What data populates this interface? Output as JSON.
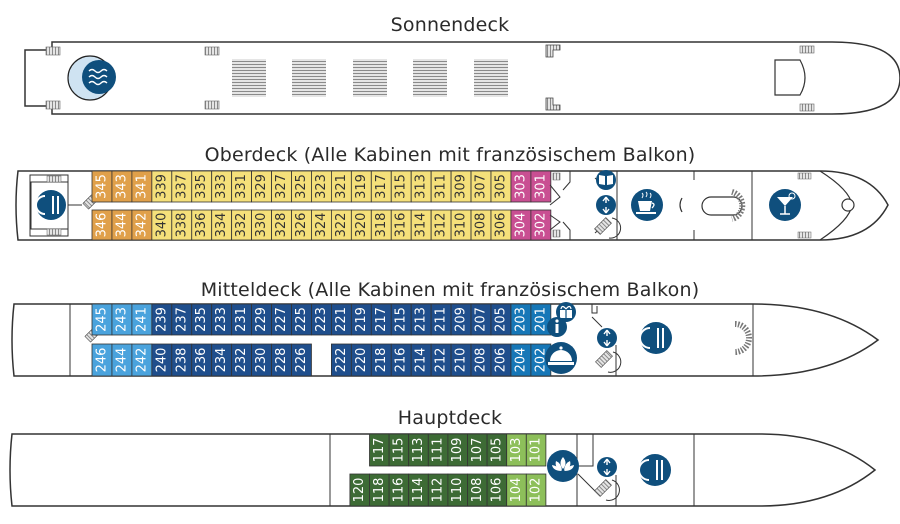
{
  "colors": {
    "outline": "#333333",
    "icon_blue": "#0f4f7d",
    "icon_light": "#cfe3f2",
    "stairs": "#9a9a9a",
    "sun_loungers": "#bcbcbc"
  },
  "decks": [
    {
      "id": "sonnendeck",
      "title": "Sonnendeck",
      "icons": [
        "pool-icon"
      ]
    },
    {
      "id": "oberdeck",
      "title": "Oberdeck (Alle Kabinen mit französischem Balkon)",
      "icons": [
        "restaurant-icon",
        "library-icon",
        "elevator-icon",
        "cafe-icon",
        "bar-icon"
      ],
      "categories": [
        {
          "name": "orange",
          "color": "#e0a04a",
          "text": "#ffffff"
        },
        {
          "name": "yellow",
          "color": "#f5e07a",
          "text": "#333333"
        },
        {
          "name": "pink",
          "color": "#c94f92",
          "text": "#ffffff"
        }
      ],
      "top_row": [
        {
          "n": "345",
          "cat": "orange"
        },
        {
          "n": "343",
          "cat": "orange"
        },
        {
          "n": "341",
          "cat": "orange"
        },
        {
          "n": "339",
          "cat": "yellow"
        },
        {
          "n": "337",
          "cat": "yellow"
        },
        {
          "n": "335",
          "cat": "yellow"
        },
        {
          "n": "333",
          "cat": "yellow"
        },
        {
          "n": "331",
          "cat": "yellow"
        },
        {
          "n": "329",
          "cat": "yellow"
        },
        {
          "n": "327",
          "cat": "yellow"
        },
        {
          "n": "325",
          "cat": "yellow"
        },
        {
          "n": "323",
          "cat": "yellow"
        },
        {
          "n": "321",
          "cat": "yellow"
        },
        {
          "n": "319",
          "cat": "yellow"
        },
        {
          "n": "317",
          "cat": "yellow"
        },
        {
          "n": "315",
          "cat": "yellow"
        },
        {
          "n": "313",
          "cat": "yellow"
        },
        {
          "n": "311",
          "cat": "yellow"
        },
        {
          "n": "309",
          "cat": "yellow"
        },
        {
          "n": "307",
          "cat": "yellow"
        },
        {
          "n": "305",
          "cat": "yellow"
        },
        {
          "n": "303",
          "cat": "pink"
        },
        {
          "n": "301",
          "cat": "pink"
        }
      ],
      "bottom_row": [
        {
          "n": "346",
          "cat": "orange"
        },
        {
          "n": "344",
          "cat": "orange"
        },
        {
          "n": "342",
          "cat": "orange"
        },
        {
          "n": "340",
          "cat": "yellow"
        },
        {
          "n": "338",
          "cat": "yellow"
        },
        {
          "n": "336",
          "cat": "yellow"
        },
        {
          "n": "334",
          "cat": "yellow"
        },
        {
          "n": "332",
          "cat": "yellow"
        },
        {
          "n": "330",
          "cat": "yellow"
        },
        {
          "n": "328",
          "cat": "yellow"
        },
        {
          "n": "326",
          "cat": "yellow"
        },
        {
          "n": "324",
          "cat": "yellow"
        },
        {
          "n": "322",
          "cat": "yellow"
        },
        {
          "n": "320",
          "cat": "yellow"
        },
        {
          "n": "318",
          "cat": "yellow"
        },
        {
          "n": "316",
          "cat": "yellow"
        },
        {
          "n": "314",
          "cat": "yellow"
        },
        {
          "n": "312",
          "cat": "yellow"
        },
        {
          "n": "310",
          "cat": "yellow"
        },
        {
          "n": "308",
          "cat": "yellow"
        },
        {
          "n": "306",
          "cat": "yellow"
        },
        {
          "n": "304",
          "cat": "pink"
        },
        {
          "n": "302",
          "cat": "pink"
        }
      ]
    },
    {
      "id": "mitteldeck",
      "title": "Mitteldeck (Alle Kabinen mit französischem Balkon)",
      "icons": [
        "gift-shop-icon",
        "info-icon",
        "reception-bell-icon",
        "elevator-icon",
        "restaurant-icon"
      ],
      "categories": [
        {
          "name": "light",
          "color": "#4aa3dd",
          "text": "#ffffff"
        },
        {
          "name": "dark",
          "color": "#1f4e8c",
          "text": "#ffffff"
        },
        {
          "name": "mid",
          "color": "#1677b7",
          "text": "#ffffff"
        }
      ],
      "top_row": [
        {
          "n": "245",
          "cat": "light"
        },
        {
          "n": "243",
          "cat": "light"
        },
        {
          "n": "241",
          "cat": "light"
        },
        {
          "n": "239",
          "cat": "dark"
        },
        {
          "n": "237",
          "cat": "dark"
        },
        {
          "n": "235",
          "cat": "dark"
        },
        {
          "n": "233",
          "cat": "dark"
        },
        {
          "n": "231",
          "cat": "dark"
        },
        {
          "n": "229",
          "cat": "dark"
        },
        {
          "n": "227",
          "cat": "dark"
        },
        {
          "n": "225",
          "cat": "dark"
        },
        {
          "n": "223",
          "cat": "dark"
        },
        {
          "n": "221",
          "cat": "dark"
        },
        {
          "n": "219",
          "cat": "dark"
        },
        {
          "n": "217",
          "cat": "dark"
        },
        {
          "n": "215",
          "cat": "dark"
        },
        {
          "n": "213",
          "cat": "dark"
        },
        {
          "n": "211",
          "cat": "dark"
        },
        {
          "n": "209",
          "cat": "dark"
        },
        {
          "n": "207",
          "cat": "dark"
        },
        {
          "n": "205",
          "cat": "dark"
        },
        {
          "n": "203",
          "cat": "mid"
        },
        {
          "n": "201",
          "cat": "mid"
        }
      ],
      "bottom_row": [
        {
          "n": "246",
          "cat": "light"
        },
        {
          "n": "244",
          "cat": "light"
        },
        {
          "n": "242",
          "cat": "light"
        },
        {
          "n": "240",
          "cat": "dark"
        },
        {
          "n": "238",
          "cat": "dark"
        },
        {
          "n": "236",
          "cat": "dark"
        },
        {
          "n": "234",
          "cat": "dark"
        },
        {
          "n": "232",
          "cat": "dark"
        },
        {
          "n": "230",
          "cat": "dark"
        },
        {
          "n": "228",
          "cat": "dark"
        },
        {
          "n": "226",
          "cat": "dark"
        },
        {
          "n": "",
          "cat": "gap"
        },
        {
          "n": "222",
          "cat": "dark"
        },
        {
          "n": "220",
          "cat": "dark"
        },
        {
          "n": "218",
          "cat": "dark"
        },
        {
          "n": "216",
          "cat": "dark"
        },
        {
          "n": "214",
          "cat": "dark"
        },
        {
          "n": "212",
          "cat": "dark"
        },
        {
          "n": "210",
          "cat": "dark"
        },
        {
          "n": "208",
          "cat": "dark"
        },
        {
          "n": "206",
          "cat": "dark"
        },
        {
          "n": "204",
          "cat": "mid"
        },
        {
          "n": "202",
          "cat": "mid"
        }
      ]
    },
    {
      "id": "hauptdeck",
      "title": "Hauptdeck",
      "icons": [
        "spa-lotus-icon",
        "elevator-icon",
        "restaurant-icon"
      ],
      "categories": [
        {
          "name": "dark",
          "color": "#3d6b35",
          "text": "#ffffff"
        },
        {
          "name": "light",
          "color": "#8dbf5a",
          "text": "#ffffff"
        }
      ],
      "top_row": [
        {
          "n": "117",
          "cat": "dark"
        },
        {
          "n": "115",
          "cat": "dark"
        },
        {
          "n": "113",
          "cat": "dark"
        },
        {
          "n": "111",
          "cat": "dark"
        },
        {
          "n": "109",
          "cat": "dark"
        },
        {
          "n": "107",
          "cat": "dark"
        },
        {
          "n": "105",
          "cat": "dark"
        },
        {
          "n": "103",
          "cat": "light"
        },
        {
          "n": "101",
          "cat": "light"
        }
      ],
      "bottom_row": [
        {
          "n": "120",
          "cat": "dark"
        },
        {
          "n": "118",
          "cat": "dark"
        },
        {
          "n": "116",
          "cat": "dark"
        },
        {
          "n": "114",
          "cat": "dark"
        },
        {
          "n": "112",
          "cat": "dark"
        },
        {
          "n": "110",
          "cat": "dark"
        },
        {
          "n": "108",
          "cat": "dark"
        },
        {
          "n": "106",
          "cat": "dark"
        },
        {
          "n": "104",
          "cat": "light"
        },
        {
          "n": "102",
          "cat": "light"
        }
      ]
    }
  ]
}
